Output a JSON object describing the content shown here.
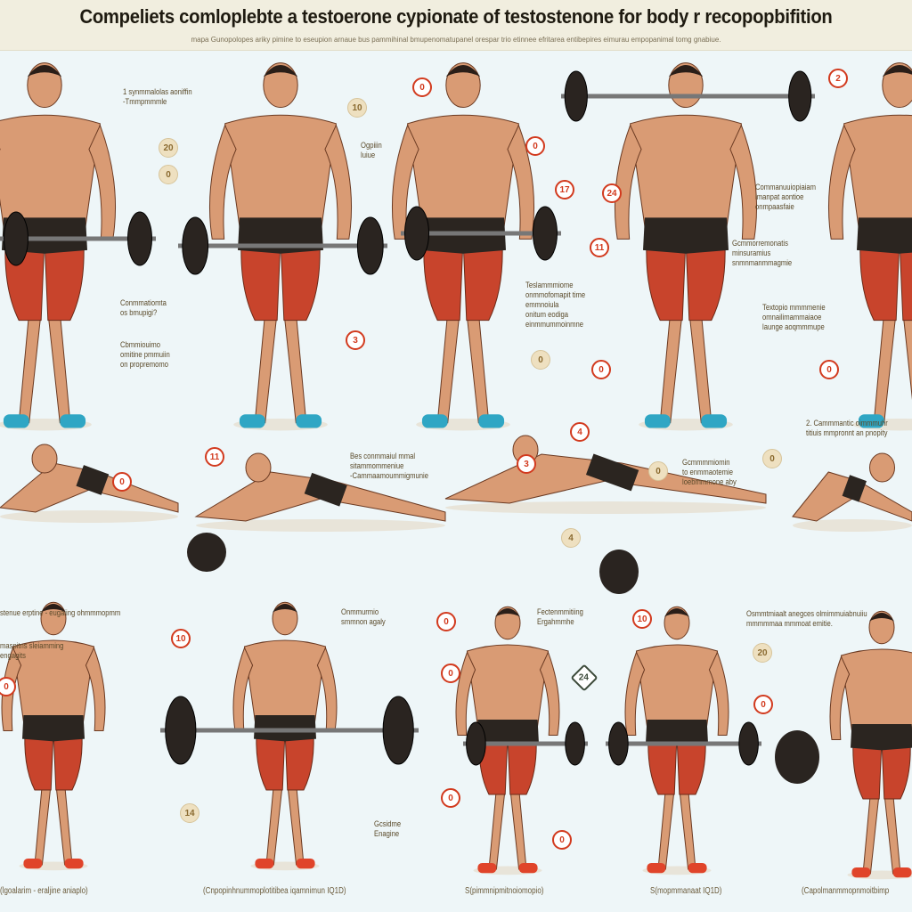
{
  "header": {
    "title": "Compeliets comloplebte a testoerone cypionate of testostenone for body r recopopbifition",
    "subtitle": "mapa Gunopolopes ariky pimine to eseupion arnaue bus pammihinal bmupenomatupanel orespar trio etinnee efritarea entibepires eimurau empopanimal tomg gnabiue."
  },
  "markers": [
    "20",
    "0",
    "10",
    "0",
    "0",
    "17",
    "24",
    "11",
    "2",
    "3",
    "0",
    "0",
    "0",
    "0",
    "11",
    "4",
    "3",
    "0",
    "4",
    "0",
    "10",
    "0",
    "14",
    "0",
    "24",
    "0",
    "0",
    "0",
    "10",
    "20",
    "0"
  ],
  "labels": [
    "1 synmmalolas aoniffin\n-Tmmpmmmle",
    "Ogpiiin\nluiue",
    "Conmmatiomta\nos bmupigi?",
    "Cbmmiouimo\nomitine pmmuiin\non propremomo",
    "Teslammmiome\nonmmofomapit time\nemmnoiula\nonitum eodiga\neinmmummoinmne",
    "Commanuuiopiaiam\nlmanpat aontioe\nonmpaasfaie",
    "Gcmmorremonatis\nminsuramius\nsnmnmanmmagmie",
    "Textopio mmmmenie\nomnailimammaiaoe\nlaunge aoqmmmupe",
    "Bes conmmaiul mmal\nsitammommeniue\n-Cammaamoummigmunie",
    "Gcmmmmiomin\nto enmmaotemie\nloebmmmone aby",
    "2. Cammmantic oimmmuhr\ntitiuis mmpronnt an pnopity",
    "stenue erptine - eugaiing ohmmmopmm",
    "maspitns sleiamming\nengagits",
    "Onmmurmio\nsmmnon agaly",
    "Fectenmmitiing\nErgahmmhe",
    "Osmmtmiaalt anegces olmimmuiabnuiiu\nmmmmmaa mmmoat emitie.",
    "Gcsidme\nEnagine"
  ],
  "captions": [
    "(lgoalarim - eraljine aniaplo)",
    "(Cnpopinhnummoplotitibea iqamnimun IQ1D)",
    "S(pimmnipmitnoiomopio)",
    "S(mopmmanaat IQ1D)",
    "(Capolmanmmopnmoitbimp"
  ],
  "colors": {
    "accent_red": "#d23a1e",
    "skin": "#d99b74",
    "shorts": "#2b2520",
    "muscle": "#c8442c",
    "shoe_blue": "#2fa6c4",
    "shoe_red": "#e0442a",
    "plate": "#2a2420"
  }
}
